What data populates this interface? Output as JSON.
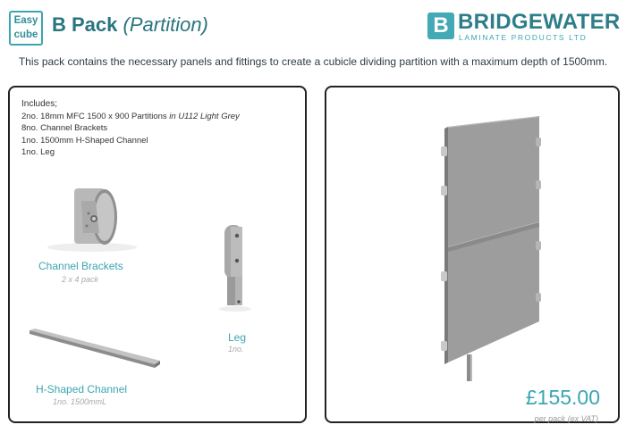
{
  "header": {
    "badge_line1": "Easy",
    "badge_line2": "cube",
    "title_main": "B Pack",
    "title_sub": "(Partition)",
    "logo_letter": "B",
    "logo_name": "BRIDGEWATER",
    "logo_tagline": "LAMINATE PRODUCTS LTD"
  },
  "intro_text": "This pack contains the necessary panels and fittings to create a cubicle dividing partition with a maximum depth of 1500mm.",
  "includes": {
    "heading": "Includes;",
    "line1_prefix": "2no. 18mm MFC 1500 x 900 Partitions",
    "line1_suffix": "in U112 Light Grey",
    "line2": "8no. Channel Brackets",
    "line3": "1no. 1500mm H-Shaped Channel",
    "line4": "1no. Leg"
  },
  "items": {
    "brackets_label": "Channel Brackets",
    "brackets_sub": "2 x 4 pack",
    "leg_label": "Leg",
    "leg_sub": "1no.",
    "channel_label": "H-Shaped Channel",
    "channel_sub": "1no. 1500mmL"
  },
  "pricing": {
    "price": "£155.00",
    "note": "per pack (ex VAT)"
  },
  "colors": {
    "accent": "#3aa6b2",
    "title": "#2a7580",
    "panel_border": "#222222",
    "partition_grey": "#9c9c9c"
  }
}
